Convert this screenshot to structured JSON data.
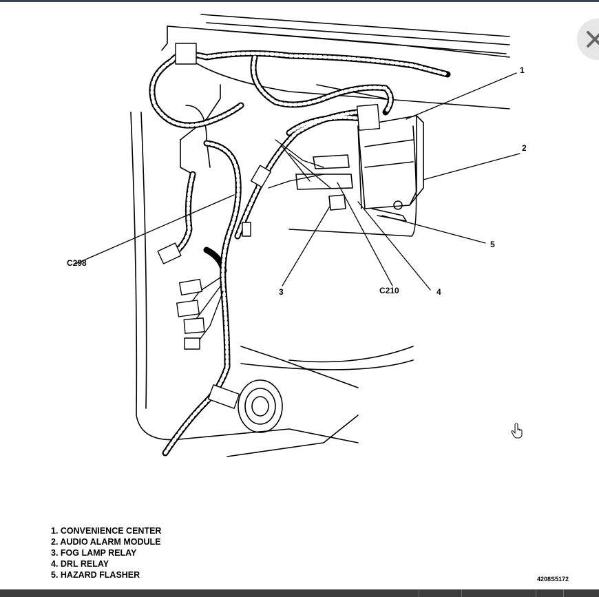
{
  "viewer": {
    "close_icon": "close-icon",
    "cursor_icon": "hand-pointer-icon"
  },
  "callouts": {
    "c1": "1",
    "c2": "2",
    "c3": "3",
    "c4": "4",
    "c5": "5",
    "c298": "C298",
    "c210": "C210"
  },
  "legend": {
    "items": [
      "1. CONVENIENCE CENTER",
      "2. AUDIO ALARM MODULE",
      "3. FOG LAMP RELAY",
      "4. DRL RELAY",
      "5. HAZARD FLASHER"
    ]
  },
  "figure_id": "4208S5172"
}
